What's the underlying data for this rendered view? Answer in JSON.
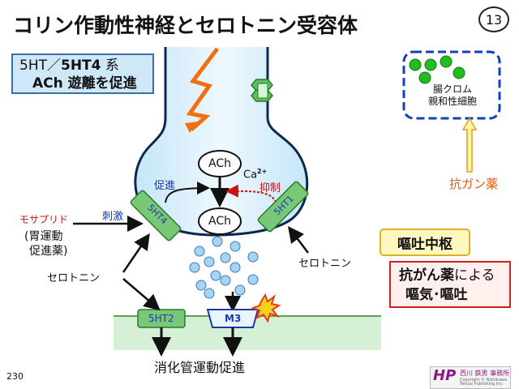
{
  "title": "コリン作動性神経とセロトニン受容体",
  "page_number": "13",
  "subtitle": {
    "line1": "5HT／",
    "line1_bold": "5HT4",
    "line1_rest": " 系",
    "line2": "ACh 遊離を促進"
  },
  "enterochromaffin_label": {
    "line1": "腸クロム",
    "line2": "親和性細胞"
  },
  "antiemetic_label": "抗ガン薬",
  "nausea_center": "嘔吐中枢",
  "chemo_box": {
    "line1_bold": "抗がん薬",
    "line1_rest": "による",
    "line2": "嘔気･嘔吐"
  },
  "nerve": {
    "vesicle_upper": "ACh",
    "vesicle_lower": "ACh",
    "calcium": "Ca",
    "calcium_sup": "2+",
    "promote": "促進",
    "inhibit": "抑制",
    "receptor_5ht4": "5HT4",
    "receptor_5ht1": "5HT1"
  },
  "left_labels": {
    "mosapride": "モサプリド",
    "stimulate": "刺激",
    "drug_line1": "(胃運動",
    "drug_line2": "促進薬)",
    "serotonin": "セロトニン"
  },
  "right_serotonin": "セロトニン",
  "receptor_5ht2": "5HT2",
  "receptor_m3": "M3",
  "outcome": "消化管運動促進",
  "slide_number": "230",
  "logo": {
    "mark": "HP",
    "publisher": "西川 鉄男 事務所",
    "copyright": "Copyright © Nishikawa Tetsuo Publishing Inc."
  },
  "colors": {
    "nerve_fill": "#d8eefa",
    "nerve_stroke": "#0a2850",
    "receptor": "#6cc46c",
    "muscle": "#d6f0d6",
    "flash": "#f08010",
    "dot": "#a8d4f4",
    "ec_dot": "#22bb22"
  }
}
